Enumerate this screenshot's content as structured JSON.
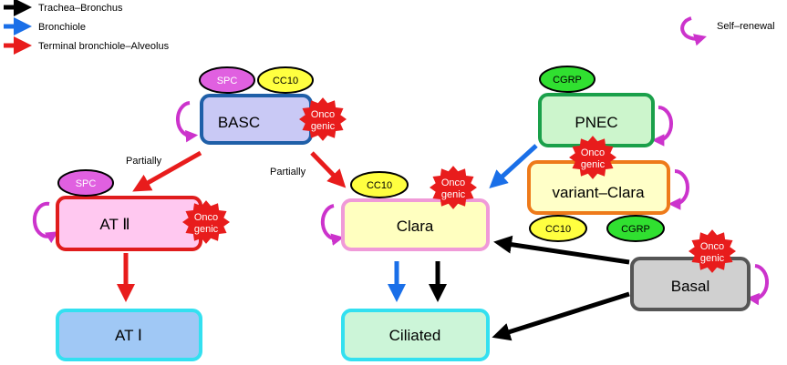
{
  "legend": {
    "items": [
      {
        "label": "Trachea–Bronchus",
        "color": "#000000"
      },
      {
        "label": "Bronchiole",
        "color": "#1a6fe8"
      },
      {
        "label": "Terminal bronchiole–Alveolus",
        "color": "#e81c1c"
      }
    ],
    "self_renewal": {
      "label": "Self–renewal",
      "color": "#cc33cc"
    }
  },
  "cells": {
    "basc": {
      "label": "BASC",
      "fill": "#c9c9f5",
      "stroke": "#1f5fa8"
    },
    "pnec": {
      "label": "PNEC",
      "fill": "#ccf5cc",
      "stroke": "#1aa04a"
    },
    "variant_clara": {
      "label": "variant–Clara",
      "fill": "#ffffc8",
      "stroke": "#ee7a1a"
    },
    "at2": {
      "label": "AT Ⅱ",
      "fill": "#ffc8f0",
      "stroke": "#e01c1c"
    },
    "clara": {
      "label": "Clara",
      "fill": "#ffffc0",
      "stroke": "#f09ad8"
    },
    "at1": {
      "label": "AT Ⅰ",
      "fill": "#a0c8f5",
      "stroke": "#33e0f0"
    },
    "ciliated": {
      "label": "Ciliated",
      "fill": "#ccf5d8",
      "stroke": "#33e0f0"
    },
    "basal": {
      "label": "Basal",
      "fill": "#d0d0d0",
      "stroke": "#555555"
    }
  },
  "markers": {
    "spc": {
      "label": "SPC",
      "fill": "#e060e0"
    },
    "cc10": {
      "label": "CC10",
      "fill": "#ffff40"
    },
    "cgrp": {
      "label": "CGRP",
      "fill": "#30e030"
    }
  },
  "oncogenic": {
    "line1": "Onco",
    "line2": "genic",
    "fill": "#e81c1c"
  },
  "partially_label": "Partially"
}
